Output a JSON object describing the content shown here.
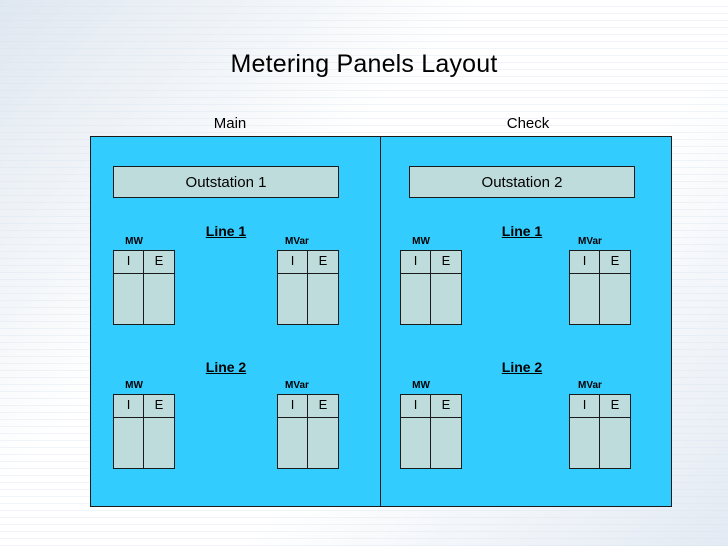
{
  "title": "Metering Panels Layout",
  "columns": {
    "main_label": "Main",
    "check_label": "Check"
  },
  "colors": {
    "panel_fill": "#33ccff",
    "box_fill": "#bfdcdc",
    "outline": "#1a1a1a",
    "text": "#000000"
  },
  "panels": [
    {
      "id": "main",
      "outstation": "Outstation 1",
      "lines": [
        {
          "label": "Line 1",
          "meters": [
            {
              "unit": "MW",
              "left": "I",
              "right": "E"
            },
            {
              "unit": "MVar",
              "left": "I",
              "right": "E"
            }
          ]
        },
        {
          "label": "Line 2",
          "meters": [
            {
              "unit": "MW",
              "left": "I",
              "right": "E"
            },
            {
              "unit": "MVar",
              "left": "I",
              "right": "E"
            }
          ]
        }
      ]
    },
    {
      "id": "check",
      "outstation": "Outstation 2",
      "lines": [
        {
          "label": "Line 1",
          "meters": [
            {
              "unit": "MW",
              "left": "I",
              "right": "E"
            },
            {
              "unit": "MVar",
              "left": "I",
              "right": "E"
            }
          ]
        },
        {
          "label": "Line 2",
          "meters": [
            {
              "unit": "MW",
              "left": "I",
              "right": "E"
            },
            {
              "unit": "MVar",
              "left": "I",
              "right": "E"
            }
          ]
        }
      ]
    }
  ]
}
